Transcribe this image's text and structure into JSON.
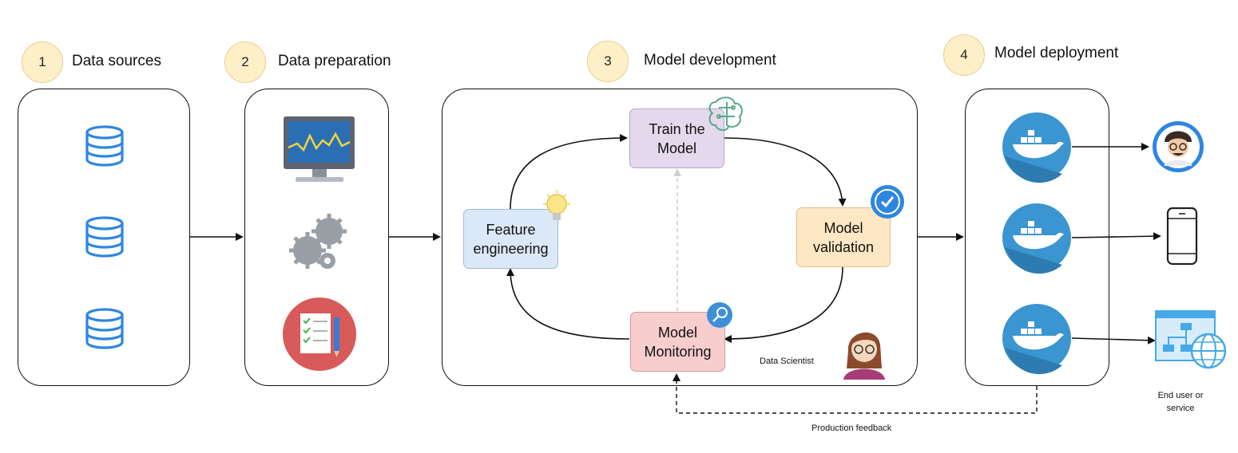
{
  "steps": [
    {
      "number": "1",
      "title": "Data sources"
    },
    {
      "number": "2",
      "title": "Data preparation"
    },
    {
      "number": "3",
      "title": "Model development"
    },
    {
      "number": "4",
      "title": "Model deployment"
    }
  ],
  "nodes": {
    "train": [
      "Train the",
      "Model"
    ],
    "feature": [
      "Feature",
      "engineering"
    ],
    "validation": [
      "Model",
      "validation"
    ],
    "monitoring": [
      "Model",
      "Monitoring"
    ]
  },
  "labels": {
    "data_scientist": "Data Scientist",
    "end_user": [
      "End user or",
      "service"
    ],
    "production_feedback": "Production feedback"
  },
  "colors": {
    "step_circle": "#fdf0c8",
    "train_fill": "#e4d9ec",
    "feature_fill": "#dbe8f8",
    "validation_fill": "#fde7c4",
    "monitoring_fill": "#f7cdcd",
    "database_blue": "#2f86e0",
    "docker_blue": "#3a95d0"
  },
  "icons": {
    "data_sources": [
      "database-icon",
      "database-icon",
      "database-icon"
    ],
    "data_preparation": [
      "monitor-chart-icon",
      "gears-icon",
      "checklist-icon"
    ],
    "deployment": [
      "docker-icon",
      "docker-icon",
      "docker-icon"
    ],
    "endpoints": [
      "user-avatar-icon",
      "smartphone-icon",
      "web-service-icon"
    ]
  }
}
